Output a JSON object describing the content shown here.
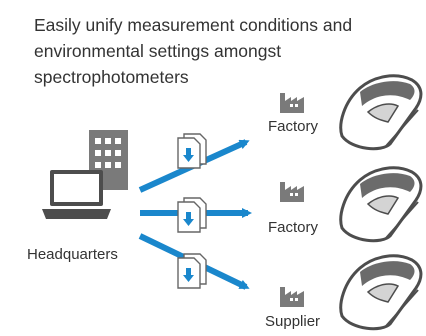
{
  "heading": {
    "lines": [
      "Easily unify measurement conditions and",
      "environmental settings amongst",
      "spectrophotometers"
    ]
  },
  "source": {
    "label": "Headquarters"
  },
  "destinations": [
    {
      "label": "Factory"
    },
    {
      "label": "Factory"
    },
    {
      "label": "Supplier"
    }
  ],
  "colors": {
    "arrow": "#1a87cc",
    "icon_gray": "#7a7a7a",
    "dark_gray": "#4d4d4d",
    "text": "#333333"
  }
}
